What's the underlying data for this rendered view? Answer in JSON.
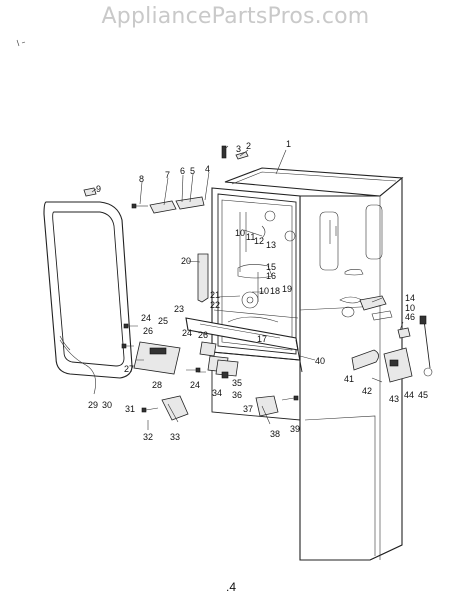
{
  "watermark": "AppliancePartsPros.com",
  "page_number": ".4",
  "callouts": [
    {
      "id": "c1",
      "text": "1"
    },
    {
      "id": "c2",
      "text": "2"
    },
    {
      "id": "c3",
      "text": "3"
    },
    {
      "id": "c4",
      "text": "4"
    },
    {
      "id": "c5",
      "text": "5"
    },
    {
      "id": "c6",
      "text": "6"
    },
    {
      "id": "c7",
      "text": "7"
    },
    {
      "id": "c8",
      "text": "8"
    },
    {
      "id": "c9",
      "text": "9"
    },
    {
      "id": "c10a",
      "text": "10"
    },
    {
      "id": "c11",
      "text": "11"
    },
    {
      "id": "c12",
      "text": "12"
    },
    {
      "id": "c13",
      "text": "13"
    },
    {
      "id": "c14",
      "text": "14"
    },
    {
      "id": "c15",
      "text": "15"
    },
    {
      "id": "c16",
      "text": "16"
    },
    {
      "id": "c17",
      "text": "17"
    },
    {
      "id": "c18",
      "text": "18"
    },
    {
      "id": "c19",
      "text": "19"
    },
    {
      "id": "c10b",
      "text": "10"
    },
    {
      "id": "c20",
      "text": "20"
    },
    {
      "id": "c21",
      "text": "21"
    },
    {
      "id": "c22",
      "text": "22"
    },
    {
      "id": "c23",
      "text": "23"
    },
    {
      "id": "c24a",
      "text": "24"
    },
    {
      "id": "c25",
      "text": "25"
    },
    {
      "id": "c26a",
      "text": "26"
    },
    {
      "id": "c24b",
      "text": "24"
    },
    {
      "id": "c26b",
      "text": "26"
    },
    {
      "id": "c27",
      "text": "27"
    },
    {
      "id": "c28",
      "text": "28"
    },
    {
      "id": "c24c",
      "text": "24"
    },
    {
      "id": "c29",
      "text": "29"
    },
    {
      "id": "c30",
      "text": "30"
    },
    {
      "id": "c31",
      "text": "31"
    },
    {
      "id": "c32",
      "text": "32"
    },
    {
      "id": "c33",
      "text": "33"
    },
    {
      "id": "c34",
      "text": "34"
    },
    {
      "id": "c35",
      "text": "35"
    },
    {
      "id": "c36",
      "text": "36"
    },
    {
      "id": "c37",
      "text": "37"
    },
    {
      "id": "c38",
      "text": "38"
    },
    {
      "id": "c39",
      "text": "39"
    },
    {
      "id": "c40",
      "text": "40"
    },
    {
      "id": "c41",
      "text": "41"
    },
    {
      "id": "c42",
      "text": "42"
    },
    {
      "id": "c43",
      "text": "43"
    },
    {
      "id": "c44",
      "text": "44"
    },
    {
      "id": "c45",
      "text": "45"
    },
    {
      "id": "c46",
      "text": "46"
    },
    {
      "id": "c10c",
      "text": "10"
    }
  ]
}
